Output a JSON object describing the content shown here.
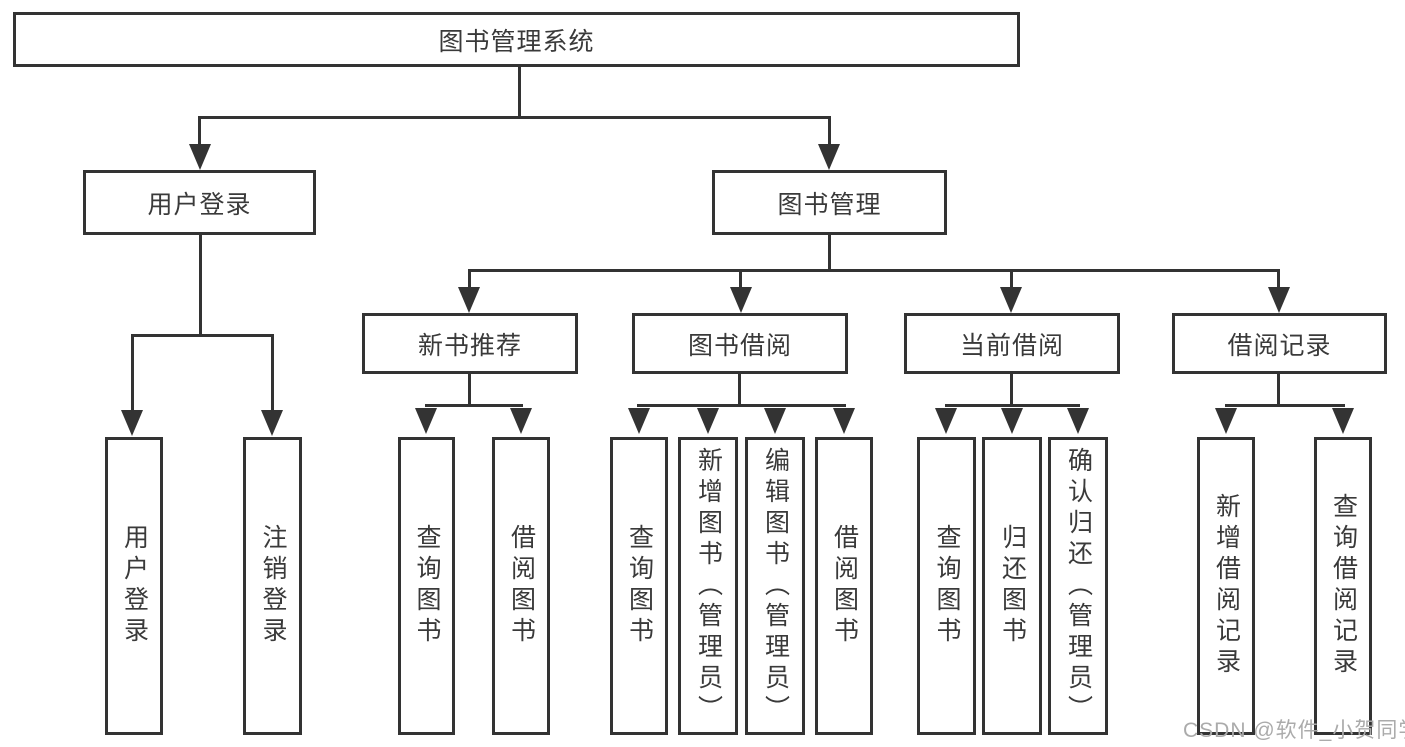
{
  "diagram_type": "hierarchy-tree",
  "colors": {
    "line": "#333333",
    "box_border": "#333333",
    "box_fill": "#ffffff",
    "text": "#3a3a3a",
    "watermark": "#ababab",
    "background": "#ffffff"
  },
  "tree": {
    "root": {
      "label": "图书管理系统",
      "children": [
        {
          "label": "用户登录",
          "children": [
            {
              "label": "用户登录"
            },
            {
              "label": "注销登录"
            }
          ]
        },
        {
          "label": "图书管理",
          "children": [
            {
              "label": "新书推荐",
              "children": [
                {
                  "label": "查询图书"
                },
                {
                  "label": "借阅图书"
                }
              ]
            },
            {
              "label": "图书借阅",
              "children": [
                {
                  "label": "查询图书"
                },
                {
                  "label": "新增图书（管理员）"
                },
                {
                  "label": "编辑图书（管理员）"
                },
                {
                  "label": "借阅图书"
                }
              ]
            },
            {
              "label": "当前借阅",
              "children": [
                {
                  "label": "查询图书"
                },
                {
                  "label": "归还图书"
                },
                {
                  "label": "确认归还（管理员）"
                }
              ]
            },
            {
              "label": "借阅记录",
              "children": [
                {
                  "label": "新增借阅记录"
                },
                {
                  "label": "查询借阅记录"
                }
              ]
            }
          ]
        }
      ]
    }
  },
  "watermark": {
    "text": "CSDN @软件_小贺同学"
  }
}
